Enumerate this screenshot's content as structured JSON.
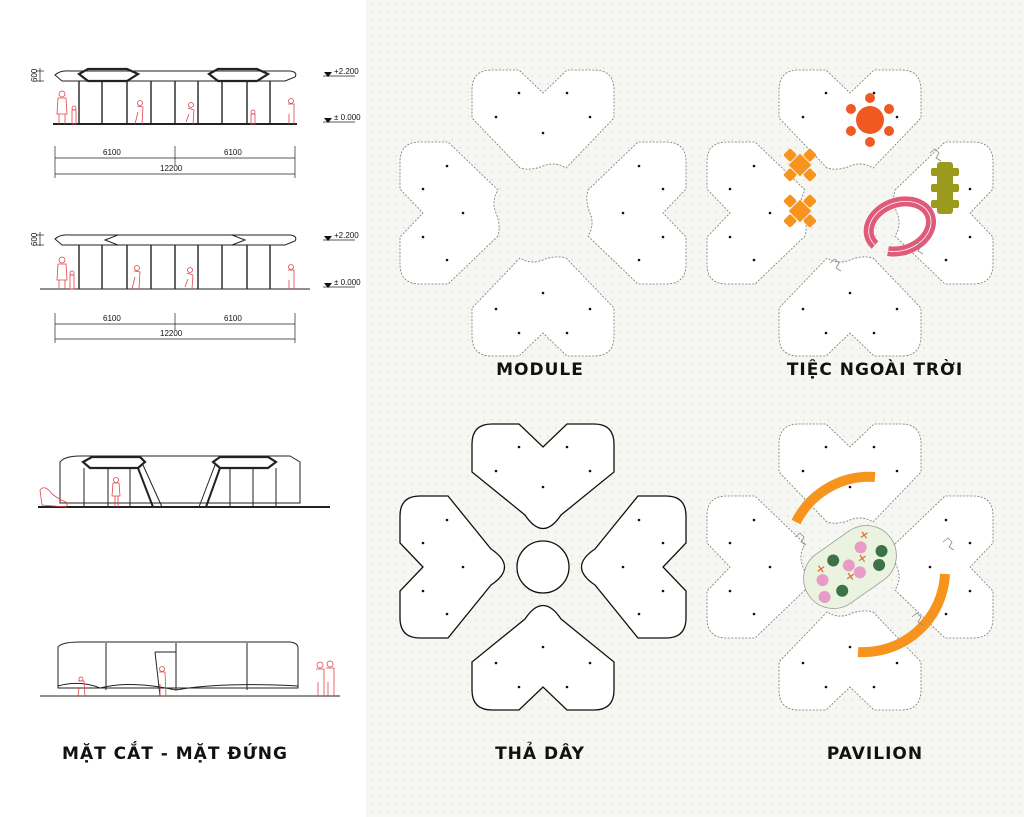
{
  "colors": {
    "panel_bg": "#f6f7f2",
    "dot": "#d6dccd",
    "person": "#e0434a",
    "round_table": "#f05a22",
    "square_table": "#f7941d",
    "long_table": "#9c9a1d",
    "ring_bench": "#e05a7a",
    "pavilion_bench": "#f7941d",
    "planter": "#e9f3df"
  },
  "elevations": {
    "roof_height": "600",
    "level_top": "+2.200",
    "level_ground": "± 0.000",
    "span_left": "6100",
    "span_right": "6100",
    "span_total": "12200",
    "title": "MẶT CẮT - MẶT ĐỨNG"
  },
  "plans": [
    {
      "title": "MODULE",
      "style": "module"
    },
    {
      "title": "TIỆC NGOÀI TRỜI",
      "style": "party"
    },
    {
      "title": "THẢ DÂY",
      "style": "open"
    },
    {
      "title": "PAVILION",
      "style": "pavilion"
    }
  ]
}
